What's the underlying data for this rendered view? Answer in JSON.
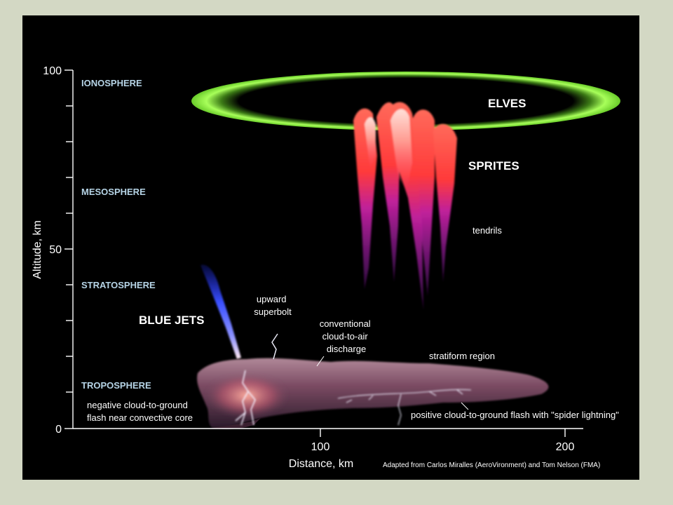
{
  "axes": {
    "y_label": "Altitude, km",
    "x_label": "Distance, km",
    "y_ticks": [
      "100",
      "50",
      "0"
    ],
    "x_ticks": [
      "100",
      "200"
    ]
  },
  "layers": {
    "ionosphere": "IONOSPHERE",
    "mesosphere": "MESOSPHERE",
    "stratosphere": "STRATOSPHERE",
    "troposphere": "TROPOSPHERE"
  },
  "phenomena": {
    "elves": "ELVES",
    "sprites": "SPRITES",
    "tendrils": "tendrils",
    "blue_jets": "BLUE JETS",
    "upward_superbolt": [
      "upward",
      "superbolt"
    ],
    "cloud_to_air": [
      "conventional",
      "cloud-to-air",
      "discharge"
    ],
    "stratiform": "stratiform region",
    "negative_cg": [
      "negative cloud-to-ground",
      "flash near convective core"
    ],
    "positive_cg": "positive cloud-to-ground flash with \"spider lightning\""
  },
  "credit": "Adapted from Carlos Miralles (AeroVironment) and Tom Nelson (FMA)",
  "colors": {
    "background": "#000000",
    "frame": "#d3d8c4",
    "layer_text": "#b6d4e6",
    "elves": "#9cff4a",
    "sprites": "#ff5040",
    "tendrils": "#d040e0",
    "blue_jet": "#3a4cff"
  }
}
